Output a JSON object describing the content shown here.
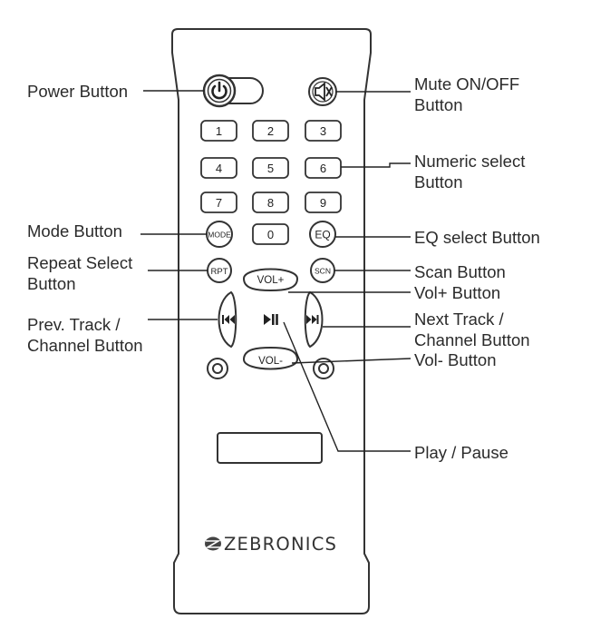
{
  "buttons": {
    "digits": [
      "1",
      "2",
      "3",
      "4",
      "5",
      "6",
      "7",
      "8",
      "9",
      "0"
    ],
    "mode": "MODE",
    "eq": "EQ",
    "rpt": "RPT",
    "scn": "SCN",
    "vol_up": "VOL+",
    "vol_down": "VOL-"
  },
  "brand": "ZEBRONICS",
  "labels": {
    "power": "Power Button",
    "mute": [
      "Mute ON/OFF",
      "Button"
    ],
    "numeric": [
      "Numeric select",
      "Button"
    ],
    "mode": "Mode Button",
    "eq": "EQ select Button",
    "repeat": [
      "Repeat Select",
      "Button"
    ],
    "scan": "Scan Button",
    "volplus": "Vol+ Button",
    "prev": [
      "Prev. Track /",
      "Channel Button"
    ],
    "next": [
      "Next Track /",
      "Channel Button"
    ],
    "volminus": "Vol- Button",
    "playpause": "Play / Pause"
  }
}
